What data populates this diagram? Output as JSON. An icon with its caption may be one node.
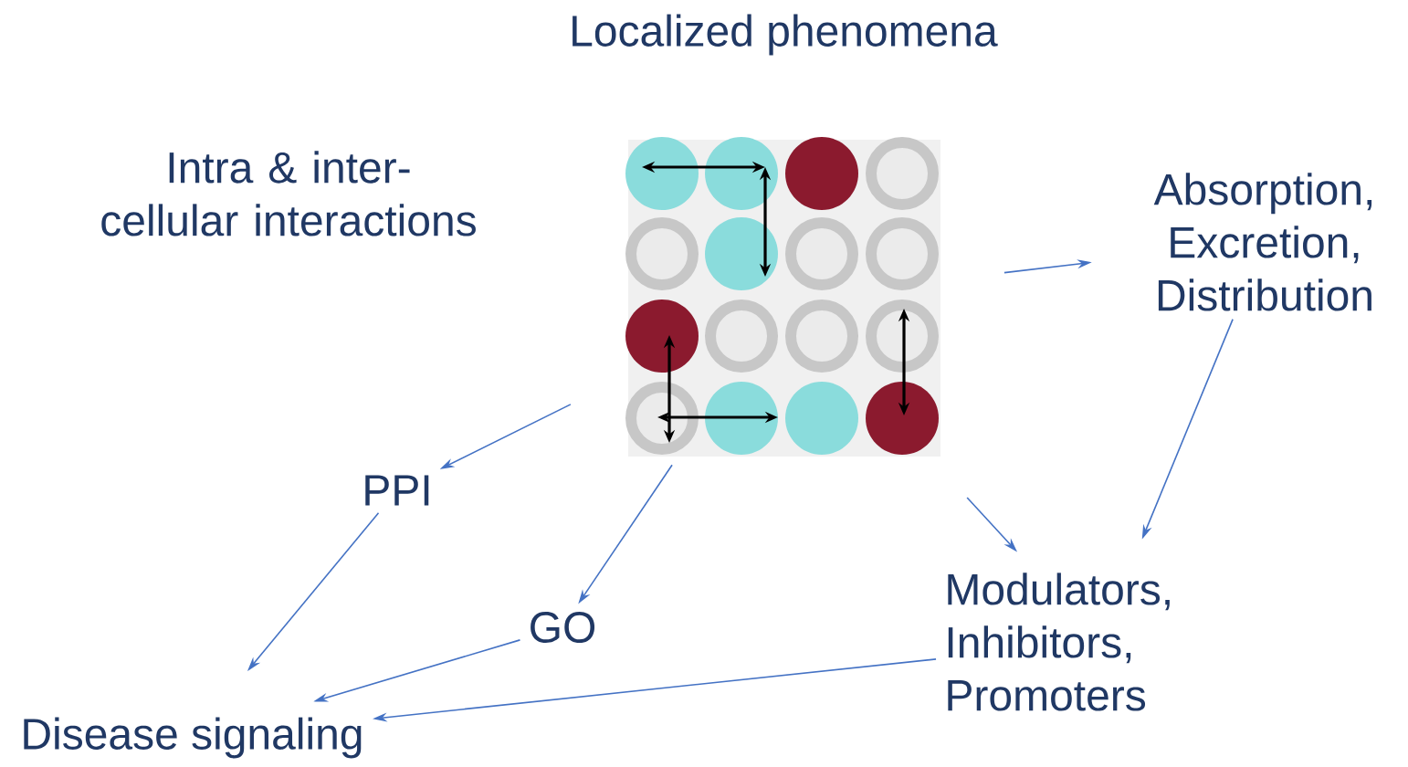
{
  "diagram": {
    "title": "Localized phenomena",
    "nodes": [
      {
        "text": [],
        "shape": "picture"
      },
      {
        "text": [
          "Absorption, Excretion, Distribution"
        ]
      },
      {
        "text": [
          "PPI"
        ]
      },
      {
        "text": [
          "GO"
        ]
      },
      {
        "text": [
          "Modulators, Inhibitors, Promoters"
        ]
      },
      {
        "text": [
          "Disease signaling"
        ]
      }
    ],
    "edges": [
      {
        "from": 0,
        "to": 1,
        "arrow": "to"
      },
      {
        "from": 0,
        "to": 2,
        "arrow": "to"
      },
      {
        "from": 0,
        "to": 3,
        "arrow": "to"
      },
      {
        "from": 0,
        "to": 4,
        "arrow": "to"
      },
      {
        "from": 1,
        "to": 4,
        "arrow": "to"
      },
      {
        "from": 2,
        "to": 5,
        "arrow": "to"
      },
      {
        "from": 3,
        "to": 5,
        "arrow": "to"
      },
      {
        "from": 4,
        "to": 5,
        "arrow": "to"
      }
    ],
    "labels": [
      "Intra & inter-cellular interactions"
    ]
  }
}
